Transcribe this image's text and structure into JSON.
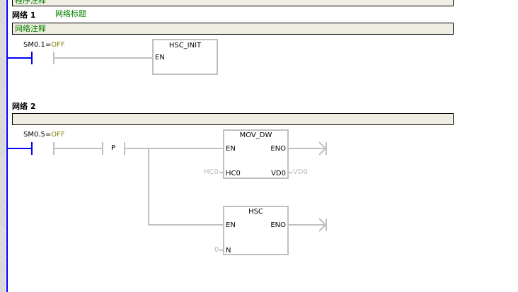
{
  "program_comment": "程序注释",
  "networks": [
    {
      "label": "网络 1",
      "title": "网络标题",
      "comment": "网络注释",
      "contact": {
        "address": "SM0.1",
        "eq": "=",
        "state": "OFF"
      },
      "block": {
        "name": "HSC_INIT",
        "en": "EN"
      }
    },
    {
      "label": "网络 2",
      "comment": "",
      "contact": {
        "address": "SM0.5",
        "eq": "=",
        "state": "OFF"
      },
      "edge_contact": "P",
      "mov": {
        "name": "MOV_DW",
        "en": "EN",
        "eno": "ENO",
        "in": "HC0",
        "in_param": "HC0",
        "out": "VD0",
        "out_param": "VD0"
      },
      "hsc": {
        "name": "HSC",
        "en": "EN",
        "eno": "ENO",
        "n": "N",
        "n_param": "0"
      }
    }
  ],
  "colors": {
    "rail": "#0000ff",
    "wire": "#c0c0c0",
    "comment": "#008000",
    "state": "#808000"
  }
}
